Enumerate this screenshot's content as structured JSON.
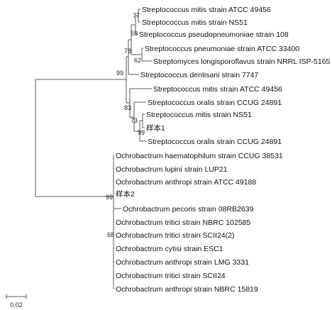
{
  "tree": {
    "leaves": [
      {
        "id": "l1",
        "label": "Streptococcus mitis strain ATCC 49456"
      },
      {
        "id": "l2",
        "label": "Streptococcus mitis strain NS51"
      },
      {
        "id": "l3",
        "label": "Streptococcus pseudopneumoniae strain 108"
      },
      {
        "id": "l4",
        "label": "Streptococcus pneumoniae strain ATCC 33400"
      },
      {
        "id": "l5",
        "label": "Streptomyces longisporoflavus strain NRRL ISP-5165"
      },
      {
        "id": "l6",
        "label": "Streptococcus dentisani strain 7747"
      },
      {
        "id": "l7",
        "label": "Streptococcus mitis strain ATCC 49456"
      },
      {
        "id": "l8",
        "label": "Streptococcus oralis strain CCUG 24891"
      },
      {
        "id": "l9",
        "label": "Streptococcus mitis strain NS51"
      },
      {
        "id": "l10",
        "label": "样本1"
      },
      {
        "id": "l11",
        "label": "Streptococcus oralis strain CCUG 24891"
      },
      {
        "id": "l12",
        "label": "Ochrobactrum haematophilum strain CCUG 38531"
      },
      {
        "id": "l13",
        "label": "Ochrobactrum lupini strain LUP21"
      },
      {
        "id": "l14",
        "label": "Ochrobactrum anthropi strain ATCC 49188"
      },
      {
        "id": "l15",
        "label": "样本2"
      },
      {
        "id": "l16",
        "label": "Ochrobactrum pecoris strain 08RB2639"
      },
      {
        "id": "l17",
        "label": "Ochrobactrum tritici strain NBRC 102585"
      },
      {
        "id": "l18",
        "label": "Ochrobactrum tritici strain SCII24(2)"
      },
      {
        "id": "l19",
        "label": "Ochrobactrum cytisi strain ESC1"
      },
      {
        "id": "l20",
        "label": "Ochrobactrum anthropi strain LMG 3331"
      },
      {
        "id": "l21",
        "label": "Ochrobactrum tritici strain SCII24"
      },
      {
        "id": "l22",
        "label": "Ochrobactrum anthropi strain NBRC 15819"
      }
    ],
    "support_values": [
      {
        "id": "s77",
        "value": "77"
      },
      {
        "id": "s59",
        "value": "59"
      },
      {
        "id": "s78",
        "value": "78"
      },
      {
        "id": "s62",
        "value": "62"
      },
      {
        "id": "s99a",
        "value": "99"
      },
      {
        "id": "s83",
        "value": "83"
      },
      {
        "id": "s73",
        "value": "73"
      },
      {
        "id": "s99b",
        "value": "99"
      },
      {
        "id": "s99c",
        "value": "99"
      },
      {
        "id": "s68",
        "value": "68"
      }
    ],
    "scale_bar": {
      "label": "0.02"
    }
  }
}
